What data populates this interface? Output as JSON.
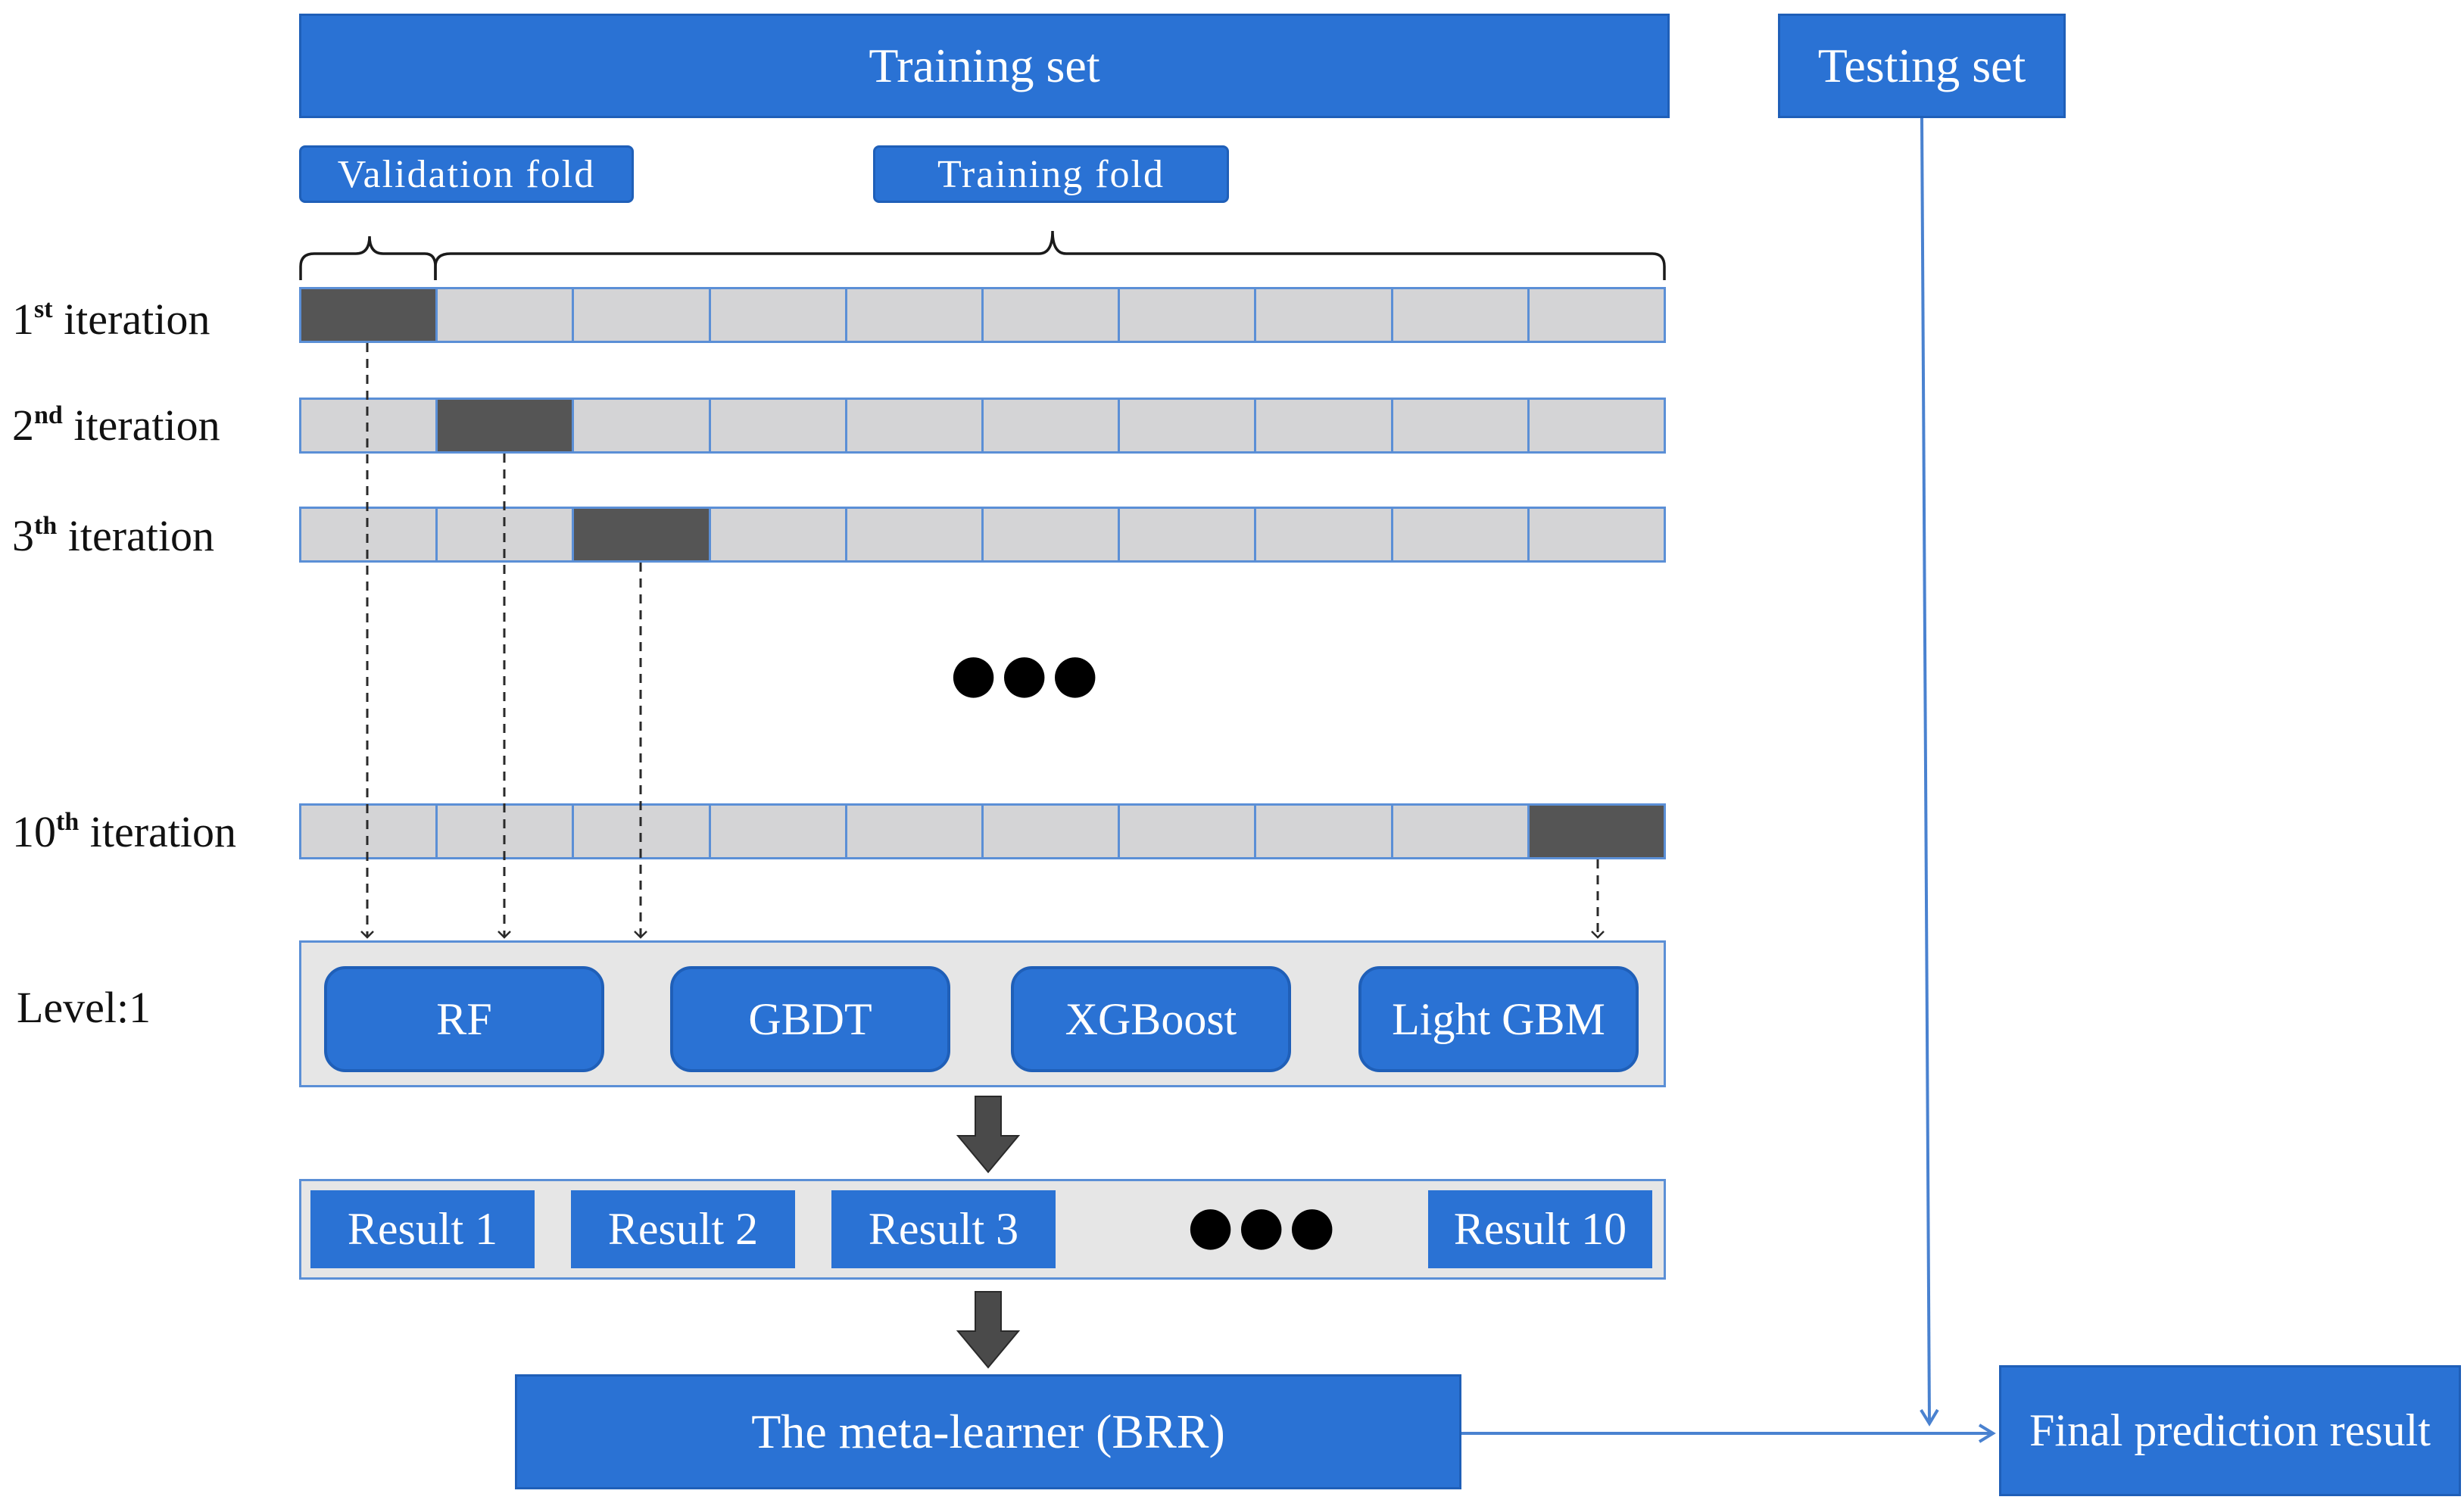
{
  "header": {
    "training_set": "Training set",
    "testing_set": "Testing set"
  },
  "folds": {
    "validation_fold": "Validation  fold",
    "training_fold": "Training  fold"
  },
  "iterations": [
    {
      "num": "1",
      "sup": "st",
      "rest": " iteration"
    },
    {
      "num": "2",
      "sup": "nd",
      "rest": " iteration"
    },
    {
      "num": "3",
      "sup": "th",
      "rest": " iteration"
    },
    {
      "num": "10",
      "sup": "th",
      "rest": " iteration"
    }
  ],
  "ellipsis": "●●●",
  "level": {
    "label": "Level:1",
    "models": [
      "RF",
      "GBDT",
      "XGBoost",
      "Light GBM"
    ]
  },
  "results": {
    "items": [
      "Result 1",
      "Result 2",
      "Result 3",
      "Result 10"
    ],
    "ellipsis": "●●●"
  },
  "meta_learner": "The meta-learner (BRR)",
  "final_result": "Final prediction result",
  "colors": {
    "box_blue": "#2a72d4",
    "fold_gray": "#d4d4d6",
    "validation_dark": "#555555",
    "line_blue": "#5b8fd6"
  }
}
